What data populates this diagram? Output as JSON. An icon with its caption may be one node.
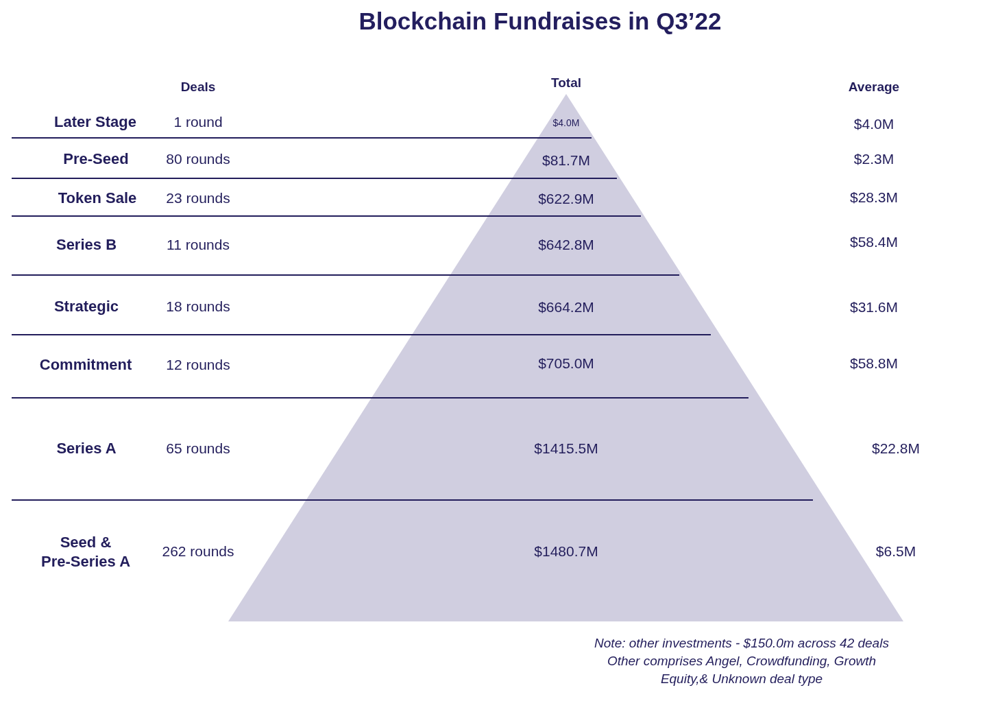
{
  "diagram": {
    "title": "Blockchain Fundraises in Q3’22",
    "labels": [
      "Deals",
      "Total",
      "Average",
      "Later Stage",
      "1 round",
      "$4.0M",
      "$4.0M",
      "Pre-Seed",
      "80 rounds",
      "$81.7M",
      "$2.3M",
      "Token Sale",
      "23 rounds",
      "$622.9M",
      "$28.3M",
      "Series B",
      "11 rounds",
      "$642.8M",
      "$58.4M",
      "Strategic",
      "18 rounds",
      "$664.2M",
      "$31.6M",
      "Commitment",
      "12 rounds",
      "$705.0M",
      "$58.8M",
      "Series A",
      "65 rounds",
      "$1415.5M",
      "$22.8M",
      "Seed & Pre-Series A",
      "262 rounds",
      "$1480.7M",
      "$6.5M",
      "Note: other investments - $150.0m across 42 deals",
      "Other comprises Angel, Crowdfunding, Growth Equity,& Unknown deal type"
    ]
  }
}
